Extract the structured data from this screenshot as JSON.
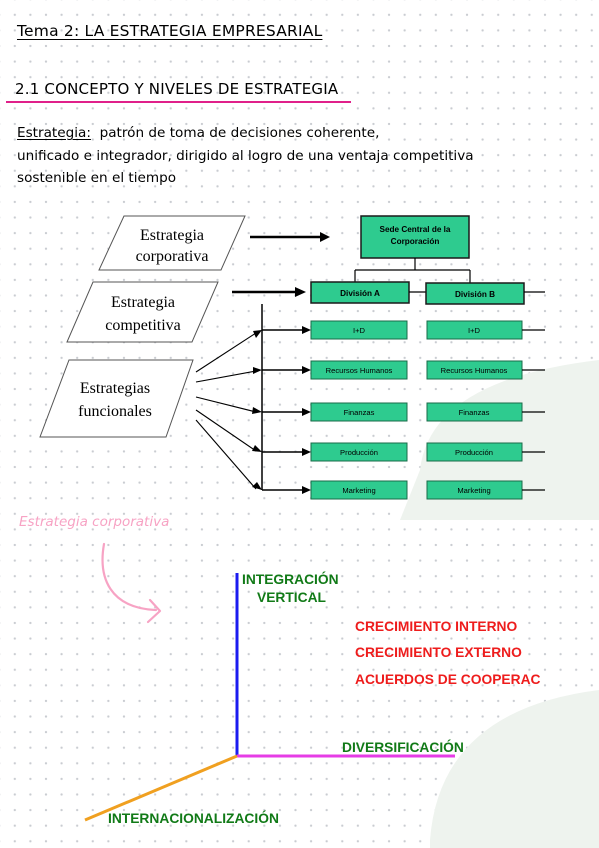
{
  "header": {
    "title": "Tema 2: LA ESTRATEGIA EMPRESARIAL",
    "subtitle": "2.1 CONCEPTO Y NIVELES DE ESTRATEGIA"
  },
  "definition": {
    "term": "Estrategia:",
    "line1": "  patrón de toma de decisiones coherente,",
    "line2": "unificado e integrador, dirigido al logro de una ventaja competitiva",
    "line3": "sostenible en el tiempo"
  },
  "org_diagram": {
    "levels": {
      "corporativa_1": "Estrategia",
      "corporativa_2": "corporativa",
      "competitiva_1": "Estrategia",
      "competitiva_2": "competitiva",
      "funcionales_1": "Estrategias",
      "funcionales_2": "funcionales"
    },
    "headquarters_1": "Sede Central de la",
    "headquarters_2": "Corporación",
    "division_a": "División A",
    "division_b": "División B",
    "functions": [
      "I+D",
      "Recursos Humanos",
      "Finanzas",
      "Producción",
      "Marketing"
    ],
    "colors": {
      "box_fill": "#2ecb8f",
      "box_border": "#1a6b48"
    }
  },
  "note": "Estrategia corporativa",
  "growth_diagram": {
    "vertical_1": "INTEGRACIÓN",
    "vertical_2": "VERTICAL",
    "growth_types": [
      "CRECIMIENTO INTERNO",
      "CRECIMIENTO EXTERNO",
      "ACUERDOS DE COOPERAC"
    ],
    "horizontal": "DIVERSIFICACIÓN",
    "diagonal": "INTERNACIONALIZACIÓN",
    "colors": {
      "green": "#117a17",
      "red": "#ee1c1c",
      "axis_vertical": "#1b1bf0",
      "axis_horizontal": "#e63ce6",
      "axis_diagonal": "#f0a020"
    }
  }
}
